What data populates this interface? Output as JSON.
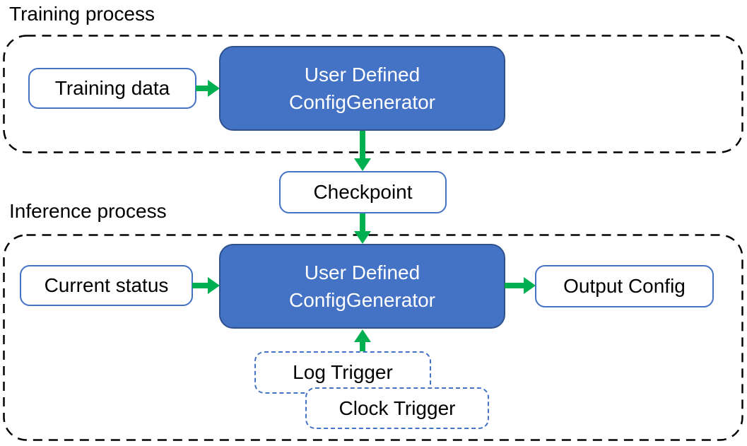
{
  "colors": {
    "node_fill": "#4472C4",
    "node_border": "#2F528F",
    "box_border": "#4472C4",
    "container_border": "#000000",
    "arrow": "#00B050",
    "text": "#000000",
    "text_on_node": "#FFFFFF"
  },
  "training": {
    "label": "Training process",
    "input": "Training data",
    "generator": {
      "line1": "User Defined",
      "line2": "ConfigGenerator"
    }
  },
  "checkpoint": {
    "label": "Checkpoint"
  },
  "inference": {
    "label": "Inference process",
    "input": "Current status",
    "generator": {
      "line1": "User Defined",
      "line2": "ConfigGenerator"
    },
    "output": "Output Config",
    "triggers": {
      "log": "Log Trigger",
      "clock": "Clock Trigger"
    }
  },
  "edges": [
    {
      "from": "Training data",
      "to": "User Defined ConfigGenerator (training)"
    },
    {
      "from": "User Defined ConfigGenerator (training)",
      "to": "Checkpoint"
    },
    {
      "from": "Checkpoint",
      "to": "User Defined ConfigGenerator (inference)"
    },
    {
      "from": "Current status",
      "to": "User Defined ConfigGenerator (inference)"
    },
    {
      "from": "User Defined ConfigGenerator (inference)",
      "to": "Output Config"
    },
    {
      "from": "Log Trigger / Clock Trigger",
      "to": "User Defined ConfigGenerator (inference)"
    }
  ]
}
